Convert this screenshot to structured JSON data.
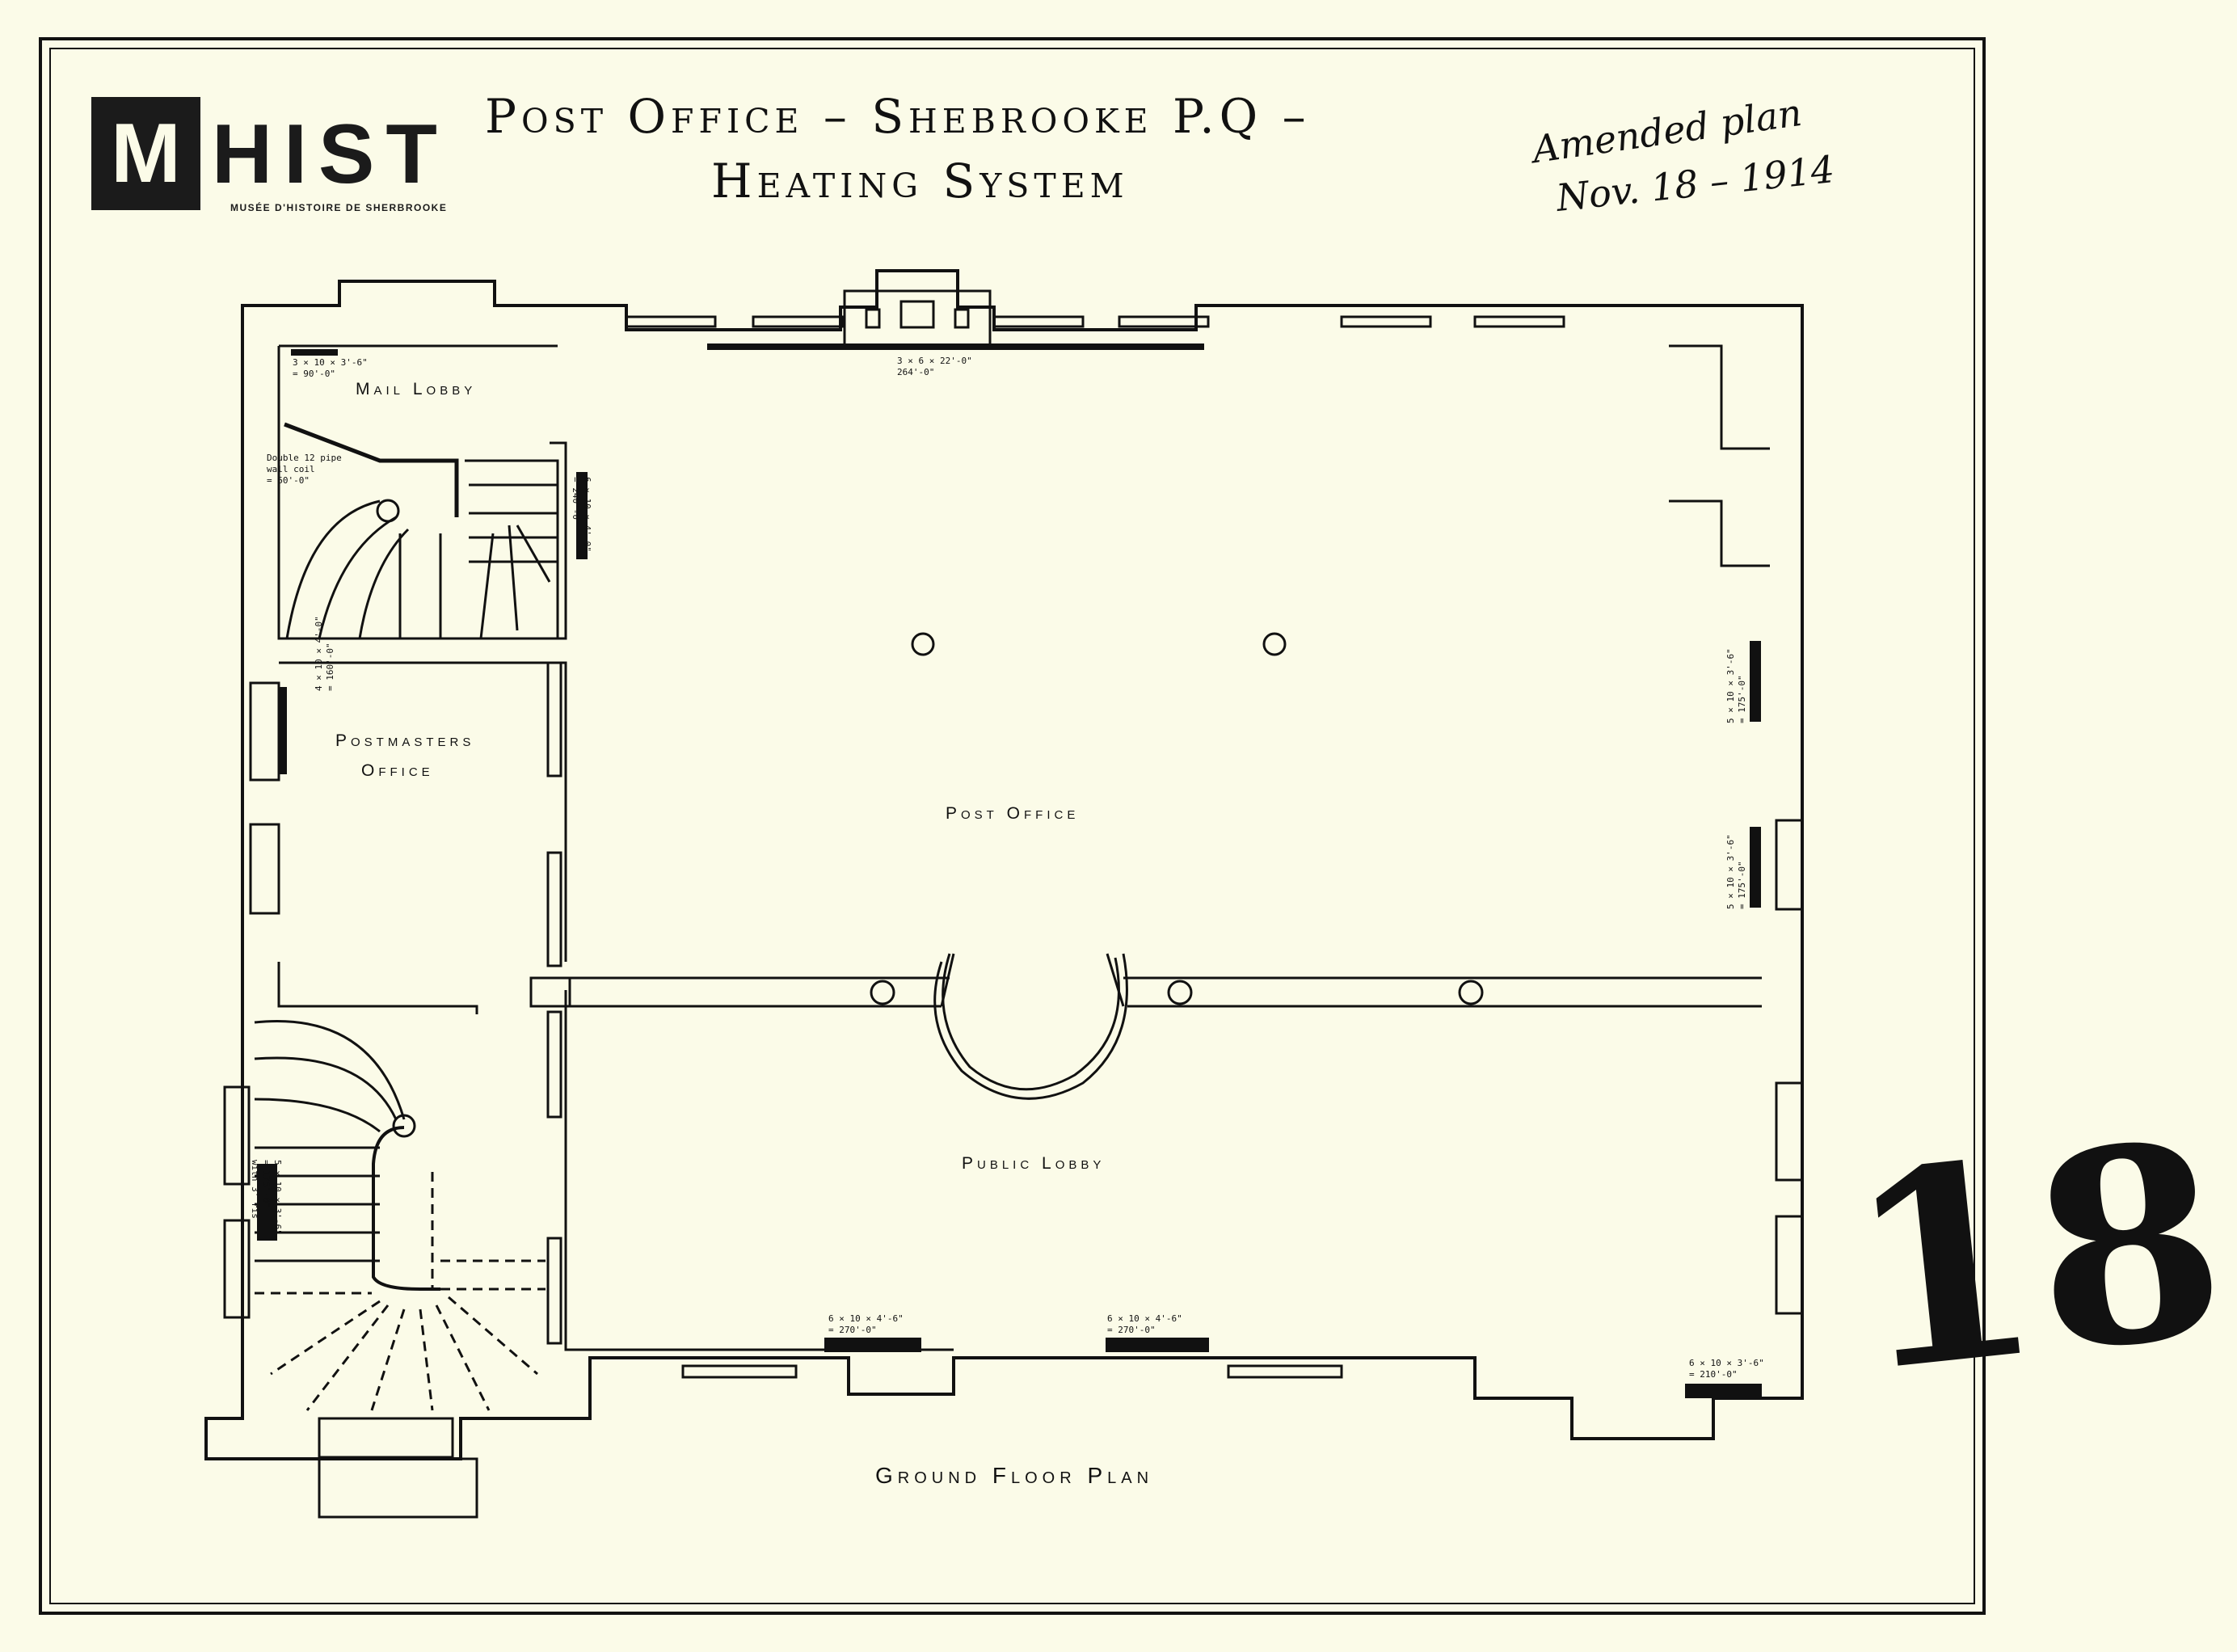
{
  "logo": {
    "letter": "M",
    "word": "HIST",
    "subtitle": "MUSÉE D'HISTOIRE DE SHERBROOKE"
  },
  "title": {
    "line1": "Post Office – Shebrooke P.Q –",
    "line2": "Heating System"
  },
  "annotation": {
    "line1": "Amended plan",
    "line2": "Nov. 18 – 1914"
  },
  "sheet_number": "18",
  "rooms": {
    "mail_lobby": "Mail Lobby",
    "postmasters": "Postmasters",
    "office": "Office",
    "post_office": "Post Office",
    "public_lobby": "Public Lobby",
    "ground_floor_plan": "Ground Floor Plan"
  },
  "radiators": {
    "mail_lobby": "3 × 10 × 3'-6\"\n= 90'-0\"",
    "pipe_coil": "Double 12 pipe\nwall coil\n= 60'-0\"",
    "stair_rad": "6 × 10 × 4'-0\"\n= 240'-0\"",
    "north_rad": "3 × 6 × 22'-0\"\n264'-0\"",
    "postmaster_rad": "4 × 10 × 4'-0\"\n= 160'-0\"",
    "east_rad_1": "5 × 10 × 3'-6\"\n= 175'-0\"",
    "east_rad_2": "5 × 10 × 3'-6\"\n= 175'-0\"",
    "stair_rad_2": "5 × 10 × 3'-6\"\n= 175'-0\"\nwith 3' ris",
    "south_rad_1": "6 × 10 × 4'-6\"\n= 270'-0\"",
    "south_rad_2": "6 × 10 × 4'-6\"\n= 270'-0\"",
    "south_rad_3": "6 × 10 × 3'-6\"\n= 210'-0\""
  },
  "colors": {
    "paper": "#fbfbe8",
    "ink": "#111111"
  }
}
